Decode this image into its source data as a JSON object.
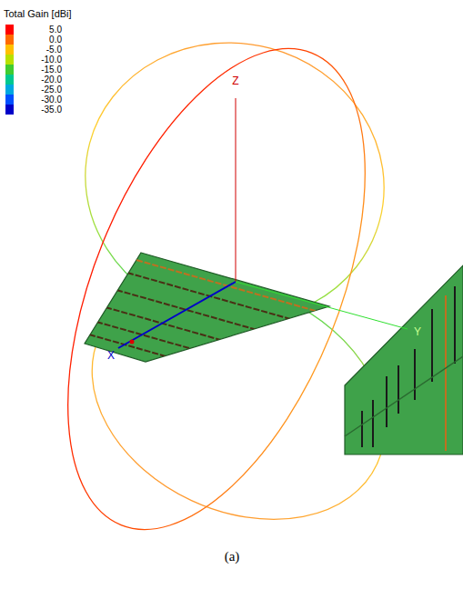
{
  "diagram": {
    "caption": "(a)",
    "labels": [
      "Total Gain [dBi]",
      "Z",
      "X",
      "Y"
    ],
    "legend": [
      {
        "text": "5.0",
        "color": "#ff0000"
      },
      {
        "text": "0.0",
        "color": "#ff6a00"
      },
      {
        "text": "-5.0",
        "color": "#ffc000"
      },
      {
        "text": "-10.0",
        "color": "#b8e000"
      },
      {
        "text": "-15.0",
        "color": "#40cc30"
      },
      {
        "text": "-20.0",
        "color": "#00c890"
      },
      {
        "text": "-25.0",
        "color": "#00a8e0"
      },
      {
        "text": "-30.0",
        "color": "#0050ff"
      },
      {
        "text": "-35.0",
        "color": "#0000c8"
      }
    ]
  }
}
